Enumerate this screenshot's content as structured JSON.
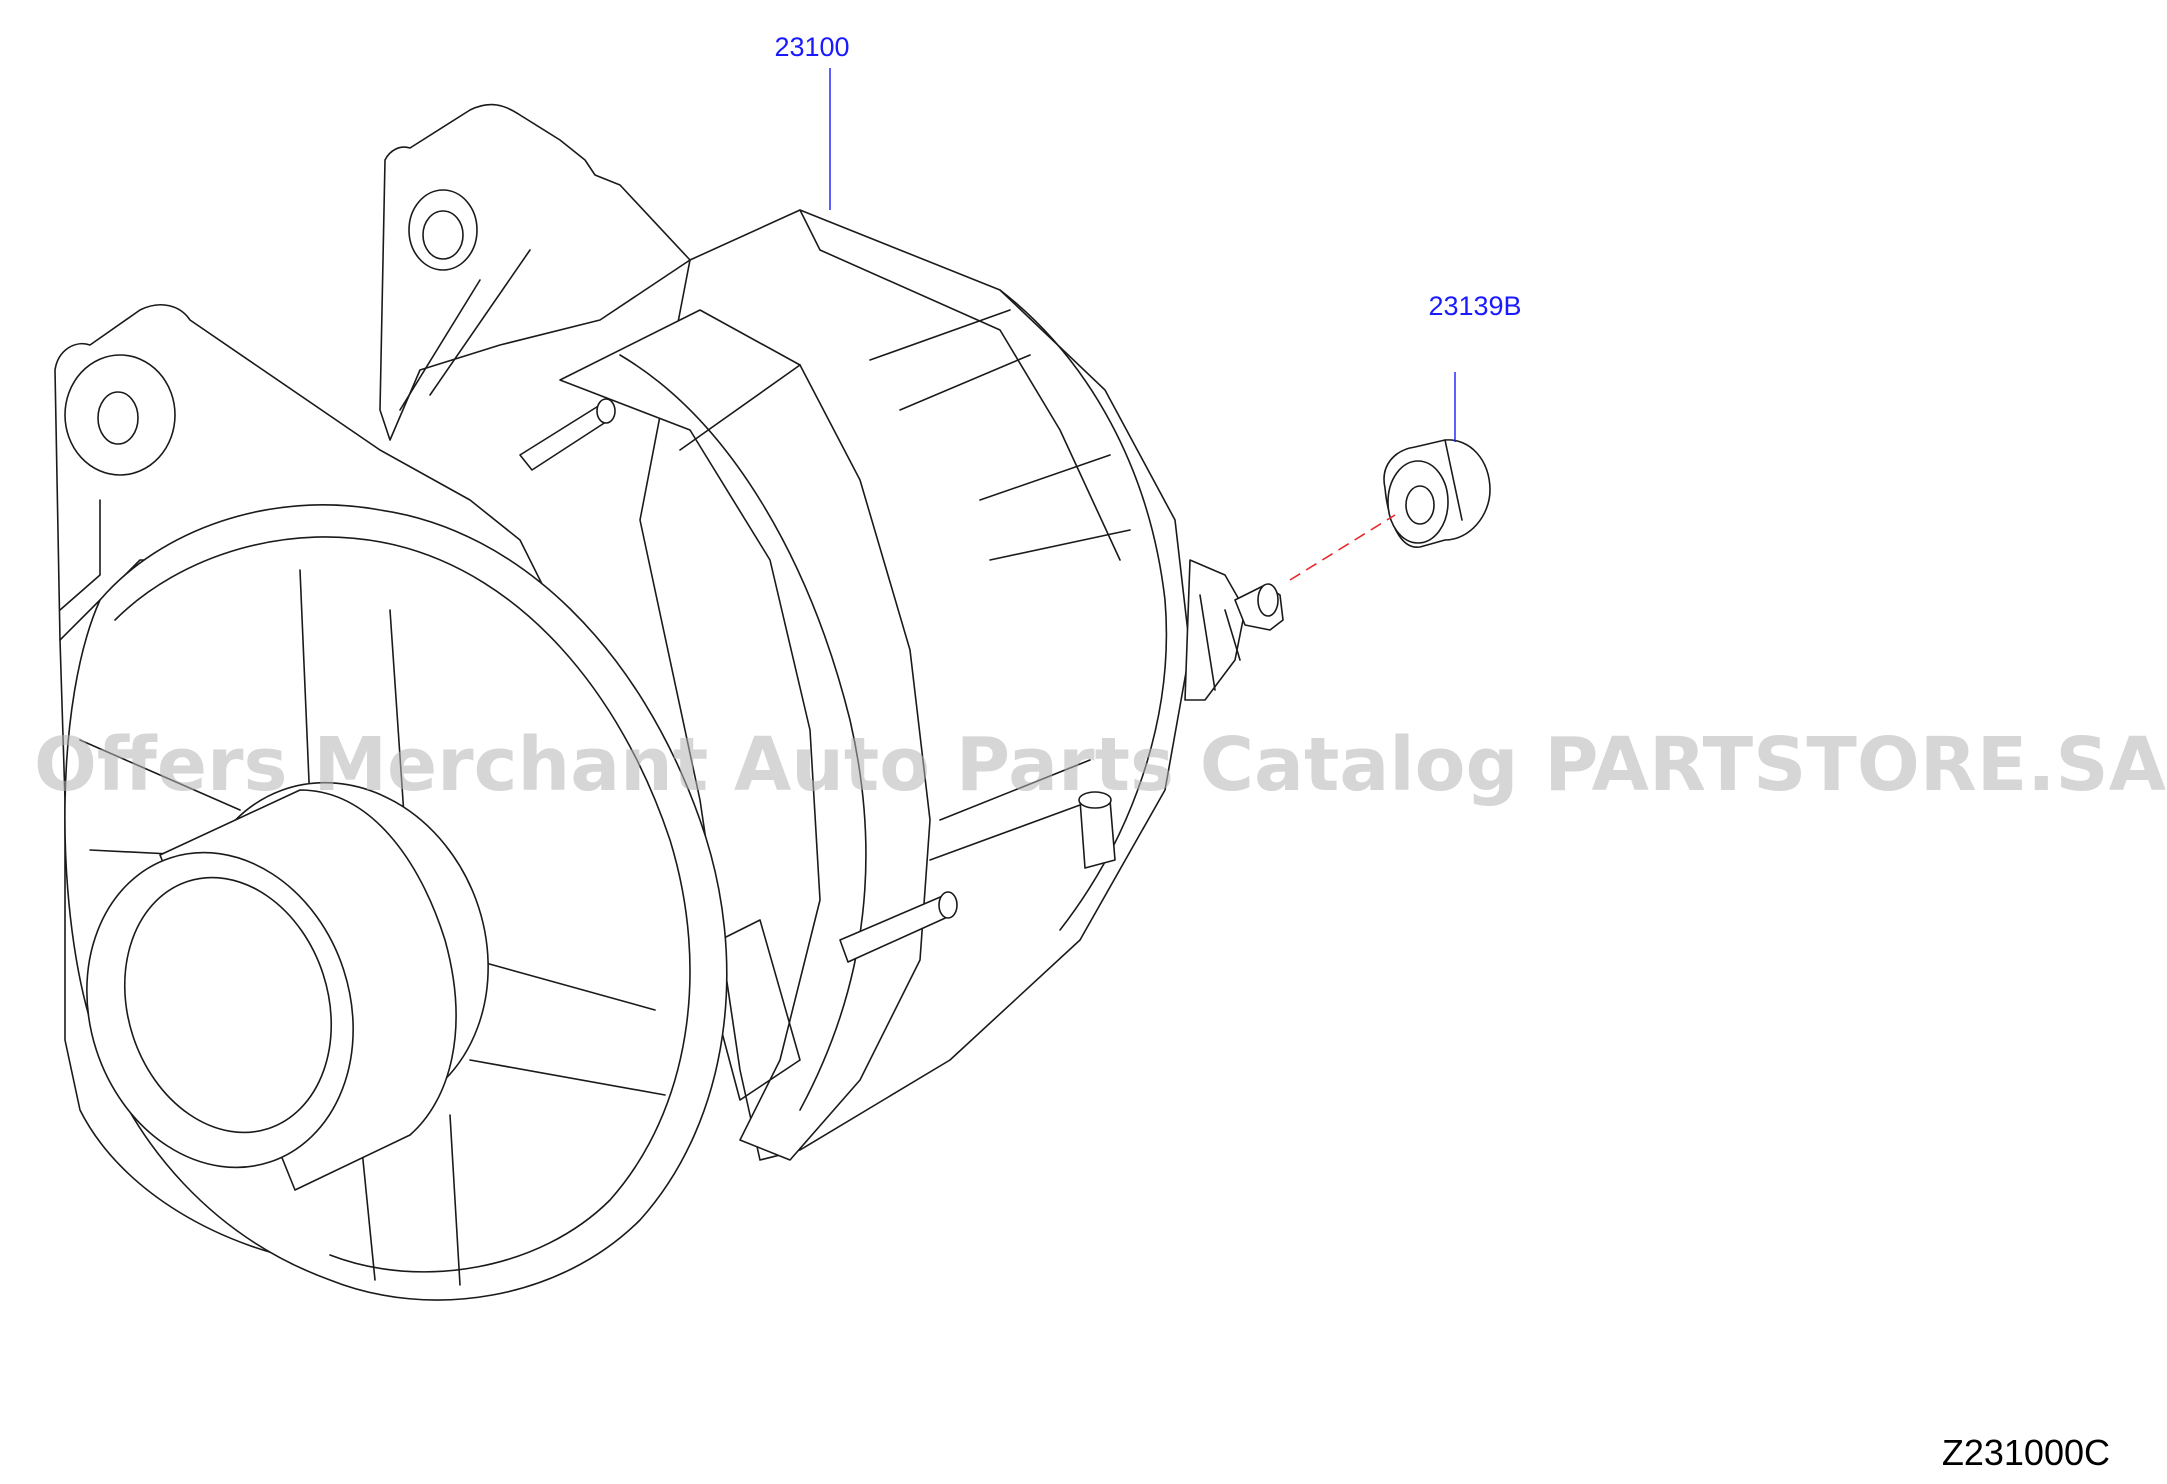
{
  "diagram": {
    "callouts": [
      {
        "id": "alternator",
        "label": "23100",
        "color": "#1a1aff"
      },
      {
        "id": "nut",
        "label": "23139B",
        "color": "#1a1aff"
      }
    ],
    "watermark": "Offers Merchant Auto Parts Catalog PARTSTORE.SA",
    "figure_code": "Z231000C",
    "colors": {
      "line": "#1a1a1a",
      "callout": "#1a1aff",
      "assembly_axis": "#e8262a",
      "watermark": "#b4b4b4"
    }
  }
}
